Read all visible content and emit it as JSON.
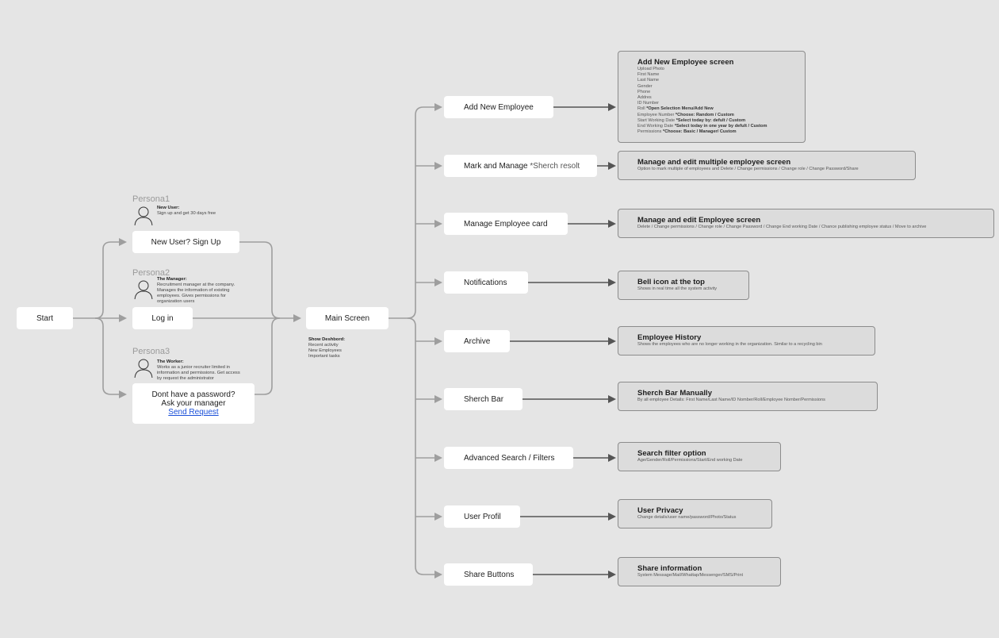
{
  "flow": {
    "start": "Start",
    "signup": "New User? Sign Up",
    "login": "Log in",
    "password": {
      "line1": "Dont have a password?",
      "line2": "Ask your manager",
      "link": "Send Request"
    },
    "main": "Main Screen",
    "main_notes": {
      "title": "Show Deshbord:",
      "items": [
        "Recent activity",
        "New Employees",
        "Important tasks"
      ]
    }
  },
  "personas": [
    {
      "title": "Persona1",
      "role": "New User:",
      "desc": "Sign up and get 30 days free"
    },
    {
      "title": "Persona2",
      "role": "The Manager:",
      "desc": "Recruitment manager at the company. Manages the information of existing employees. Gives permissions for organization users"
    },
    {
      "title": "Persona3",
      "role": "The Worker:",
      "desc": "Works as a junior recruiter limited in information and permissions. Get access by request the administrator"
    }
  ],
  "features": [
    {
      "label": "Add New Employee"
    },
    {
      "label": "Mark and Manage",
      "note": "*Sherch resolt"
    },
    {
      "label": "Manage Employee card"
    },
    {
      "label": "Notifications"
    },
    {
      "label": "Archive"
    },
    {
      "label": "Sherch Bar"
    },
    {
      "label": "Advanced Search / Filters"
    },
    {
      "label": "User Profil"
    },
    {
      "label": "Share Buttons"
    }
  ],
  "details": [
    {
      "title": "Add New Employee screen",
      "lines": [
        {
          "t": "Upload Photo"
        },
        {
          "t": "First Name"
        },
        {
          "t": "Last Name"
        },
        {
          "t": "Gender"
        },
        {
          "t": "Phone"
        },
        {
          "t": "Addres"
        },
        {
          "t": "ID Number"
        },
        {
          "t": "Roll ",
          "b": "*Open Selection Menu/Add New"
        },
        {
          "t": "Employee Number ",
          "b": "*Choose: Random / Custom"
        },
        {
          "t": "Start Working Date ",
          "b": "*Select today by: defult / Custom"
        },
        {
          "t": "End Working Date ",
          "b": "*Select today in one year by defult / Custom"
        },
        {
          "t": "Permissions ",
          "b": "*Choose: Basic / Manager/ Custom"
        }
      ]
    },
    {
      "title": "Manage and edit multiple employee screen",
      "lines": [
        {
          "t": "Option to mark multiple of employees and Delete / Change permissions / Change role / Change Password/Share"
        }
      ]
    },
    {
      "title": "Manage and edit Employee screen",
      "lines": [
        {
          "t": "Delete / Change permissions / Change role / Change Password / Change End working Date / Chance publishing employee status / Move to archive"
        }
      ]
    },
    {
      "title": "Bell icon at the top",
      "lines": [
        {
          "t": "Shows in real time all the system activity"
        }
      ]
    },
    {
      "title": "Employee History",
      "lines": [
        {
          "t": "Shows the employees who are no longer working in the organization. Similar to a recycling bin"
        }
      ]
    },
    {
      "title": "Sherch Bar Manually",
      "lines": [
        {
          "t": "By all employee Details: First Name/Last Name/ID Nomber/Roll/Employee Nomber/Permissions"
        }
      ]
    },
    {
      "title": "Search filter option",
      "lines": [
        {
          "t": "Age/Gender/Roll/Permissions/Start/End working Date"
        }
      ]
    },
    {
      "title": "User Privacy",
      "lines": [
        {
          "t": "Change details/user name/password/Photo/Status"
        }
      ]
    },
    {
      "title": "Share information",
      "lines": [
        {
          "t": "System Message/Mail/Whattap/Messenger/SMS/Print"
        }
      ]
    }
  ],
  "colors": {
    "background": "#e5e5e5",
    "connector": "#9e9e9e",
    "arrow": "#555555",
    "link": "#1a4fd8",
    "detail_box": "#dcdcdc"
  }
}
